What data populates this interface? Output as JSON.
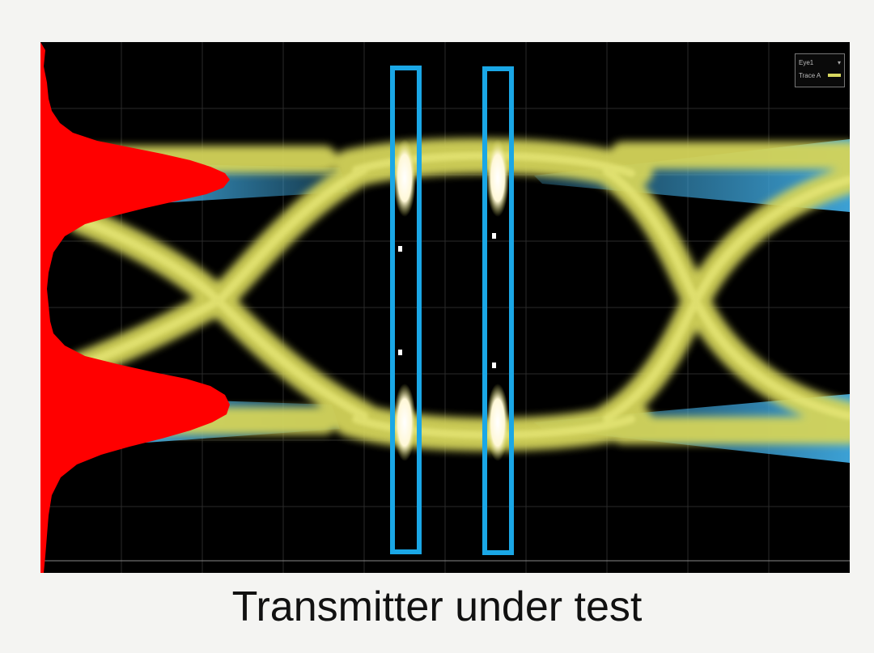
{
  "caption": "Transmitter under test",
  "legend": {
    "row1_label": "Eye1",
    "row2_label": "Trace A"
  },
  "colors": {
    "background": "#f4f4f2",
    "scope_bg": "#000000",
    "grid": "#2a2a2a",
    "eye_trace": "#d4d45a",
    "histogram": "#ff0000",
    "overlay": "#3fa9e0",
    "measure_box": "#1aa7e6",
    "hot_spot": "#ffffff"
  }
}
